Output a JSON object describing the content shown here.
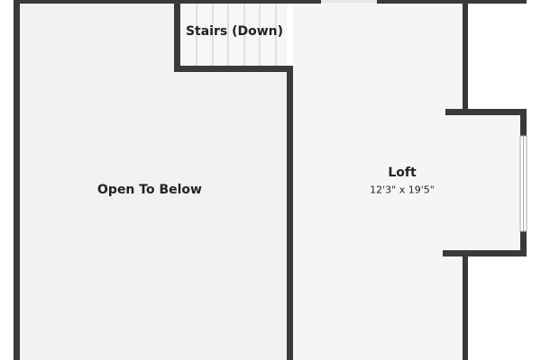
{
  "rooms": {
    "stairs": {
      "name": "Stairs (Down)"
    },
    "open_to_below": {
      "name": "Open To Below"
    },
    "loft": {
      "name": "Loft",
      "dimensions": "12'3\" x 19'5\""
    }
  },
  "colors": {
    "wall": "#3a3a3a",
    "open_to_below_fill": "#f1f1f1",
    "loft_fill": "#f5f5f5",
    "stairs_fill": "#f6f6f6",
    "tread": "#c8c8c8"
  }
}
